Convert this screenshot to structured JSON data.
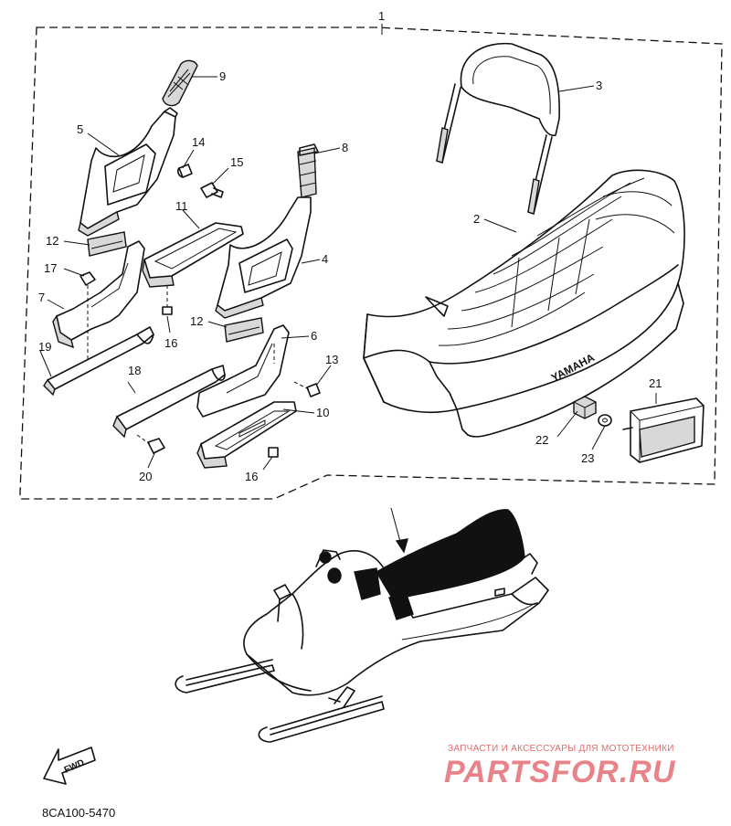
{
  "diagram": {
    "brand_text": "YAMAHA",
    "direction_label": "FWD",
    "drawing_code": "8CA100-5470",
    "callouts": [
      {
        "id": "c1",
        "label": "1"
      },
      {
        "id": "c2",
        "label": "2"
      },
      {
        "id": "c3",
        "label": "3"
      },
      {
        "id": "c4",
        "label": "4"
      },
      {
        "id": "c5",
        "label": "5"
      },
      {
        "id": "c6",
        "label": "6"
      },
      {
        "id": "c7",
        "label": "7"
      },
      {
        "id": "c8",
        "label": "8"
      },
      {
        "id": "c9",
        "label": "9"
      },
      {
        "id": "c10",
        "label": "10"
      },
      {
        "id": "c11",
        "label": "11"
      },
      {
        "id": "c12a",
        "label": "12"
      },
      {
        "id": "c12b",
        "label": "12"
      },
      {
        "id": "c13",
        "label": "13"
      },
      {
        "id": "c14",
        "label": "14"
      },
      {
        "id": "c15",
        "label": "15"
      },
      {
        "id": "c16a",
        "label": "16"
      },
      {
        "id": "c16b",
        "label": "16"
      },
      {
        "id": "c17",
        "label": "17"
      },
      {
        "id": "c18",
        "label": "18"
      },
      {
        "id": "c19",
        "label": "19"
      },
      {
        "id": "c20",
        "label": "20"
      },
      {
        "id": "c21",
        "label": "21"
      },
      {
        "id": "c22",
        "label": "22"
      },
      {
        "id": "c23",
        "label": "23"
      }
    ]
  },
  "watermark": {
    "tagline": "ЗАПЧАСТИ И АКСЕССУАРЫ ДЛЯ МОТОТЕХНИКИ",
    "site": "PARTSFOR.RU"
  }
}
